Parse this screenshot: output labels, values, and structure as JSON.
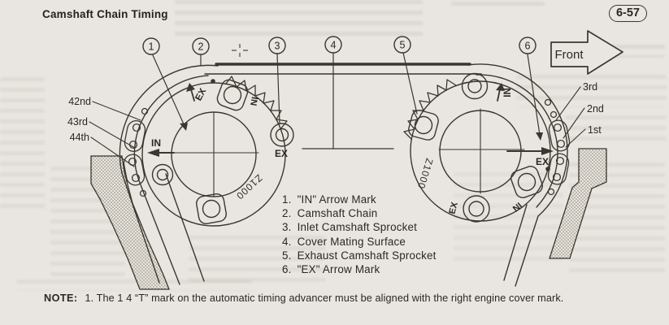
{
  "header": {
    "title": "Camshaft Chain Timing",
    "page_number": "6-57"
  },
  "front": {
    "label": "Front"
  },
  "callouts": [
    "1",
    "2",
    "3",
    "4",
    "5",
    "6"
  ],
  "legend": {
    "items": [
      {
        "num": "1.",
        "label": "\"IN\" Arrow Mark"
      },
      {
        "num": "2.",
        "label": "Camshaft Chain"
      },
      {
        "num": "3.",
        "label": "Inlet Camshaft Sprocket"
      },
      {
        "num": "4.",
        "label": "Cover Mating Surface"
      },
      {
        "num": "5.",
        "label": "Exhaust Camshaft Sprocket"
      },
      {
        "num": "6.",
        "label": "\"EX\" Arrow Mark"
      }
    ]
  },
  "chain": {
    "left_link_labels": [
      "42nd",
      "43rd",
      "44th"
    ],
    "right_link_labels": [
      "3rd",
      "2nd",
      "1st"
    ]
  },
  "marks": {
    "in": "IN",
    "ex": "EX",
    "model": "Z1000"
  },
  "note": {
    "label": "NOTE:",
    "text": "1. The 1 4 “T” mark on the automatic timing advancer must be aligned with the right engine cover mark."
  },
  "colors": {
    "ink": "#3a372f",
    "paper": "#e9e6e1"
  }
}
